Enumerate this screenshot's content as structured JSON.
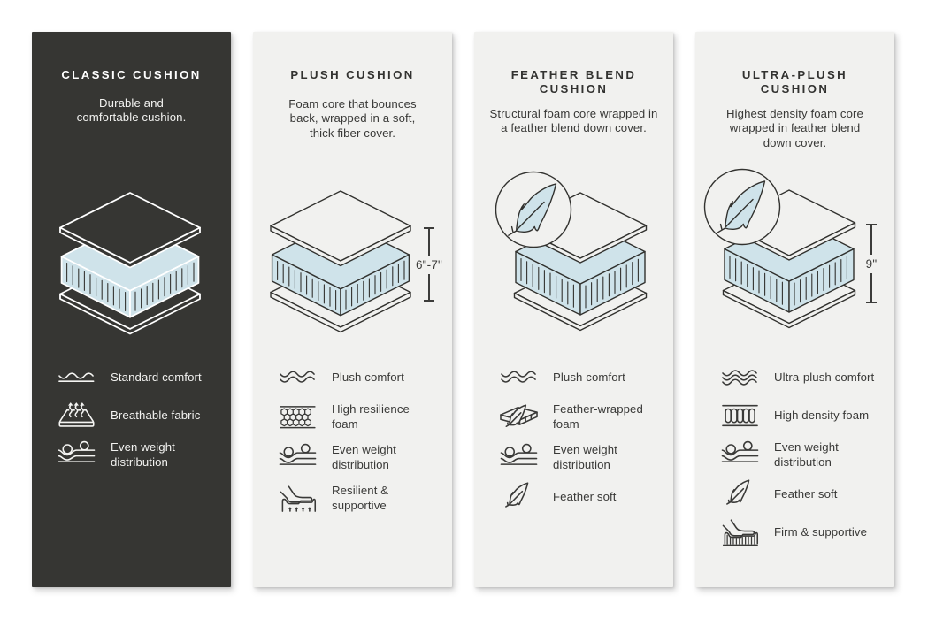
{
  "page": {
    "background": "#ffffff",
    "accent_foam_color": "#cfe3ea",
    "dark_card_color": "#363633",
    "light_card_color": "#f1f1ef"
  },
  "cards": [
    {
      "id": "classic-cushion",
      "theme": "dark",
      "title_lines": [
        "CLASSIC CUSHION"
      ],
      "description_lines": [
        "Durable and",
        "comfortable cushion."
      ],
      "illustration": {
        "type": "layered-cushion",
        "feather_badge": false,
        "dimension_label": null
      },
      "features": [
        {
          "icon": "wave-1",
          "label_lines": [
            "Standard comfort"
          ]
        },
        {
          "icon": "breathable",
          "label_lines": [
            "Breathable fabric"
          ]
        },
        {
          "icon": "weight",
          "label_lines": [
            "Even weight",
            "distribution"
          ]
        }
      ]
    },
    {
      "id": "plush-cushion",
      "theme": "light",
      "title_lines": [
        "PLUSH CUSHION"
      ],
      "description_lines": [
        "Foam core that bounces",
        "back, wrapped in a soft,",
        "thick fiber cover."
      ],
      "illustration": {
        "type": "layered-cushion",
        "feather_badge": false,
        "dimension_label": "6\"-7\""
      },
      "features": [
        {
          "icon": "wave-2",
          "label_lines": [
            "Plush comfort"
          ]
        },
        {
          "icon": "honeycomb",
          "label_lines": [
            "High resilience",
            "foam"
          ]
        },
        {
          "icon": "weight",
          "label_lines": [
            "Even weight",
            "distribution"
          ]
        },
        {
          "icon": "resilient",
          "label_lines": [
            "Resilient &",
            "supportive"
          ]
        }
      ]
    },
    {
      "id": "feather-blend-cushion",
      "theme": "light",
      "title_lines": [
        "FEATHER BLEND",
        "CUSHION"
      ],
      "description_lines": [
        "Structural foam core wrapped in",
        "a feather blend down cover."
      ],
      "illustration": {
        "type": "layered-cushion",
        "feather_badge": true,
        "dimension_label": null
      },
      "features": [
        {
          "icon": "wave-2",
          "label_lines": [
            "Plush comfort"
          ]
        },
        {
          "icon": "feather-foam",
          "label_lines": [
            "Feather-wrapped",
            "foam"
          ]
        },
        {
          "icon": "weight",
          "label_lines": [
            "Even weight",
            "distribution"
          ]
        },
        {
          "icon": "feather",
          "label_lines": [
            "Feather soft"
          ]
        }
      ]
    },
    {
      "id": "ultra-plush-cushion",
      "theme": "light",
      "title_lines": [
        "ULTRA-PLUSH",
        "CUSHION"
      ],
      "description_lines": [
        "Highest density foam core",
        "wrapped in feather blend",
        "down cover."
      ],
      "illustration": {
        "type": "layered-cushion",
        "feather_badge": true,
        "dimension_label": "9\""
      },
      "features": [
        {
          "icon": "wave-3",
          "label_lines": [
            "Ultra-plush comfort"
          ]
        },
        {
          "icon": "foam-bars",
          "label_lines": [
            "High density foam"
          ]
        },
        {
          "icon": "weight",
          "label_lines": [
            "Even weight",
            "distribution"
          ]
        },
        {
          "icon": "feather",
          "label_lines": [
            "Feather soft"
          ]
        },
        {
          "icon": "firm",
          "label_lines": [
            "Firm & supportive"
          ]
        }
      ]
    }
  ]
}
